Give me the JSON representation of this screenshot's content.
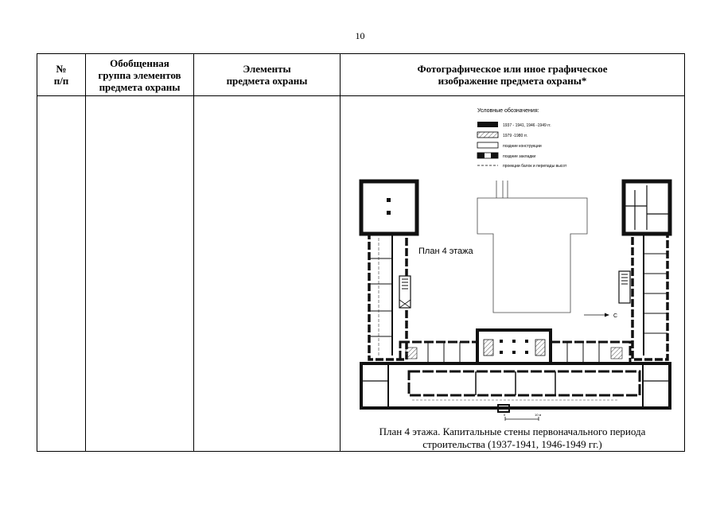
{
  "page": {
    "number": "10"
  },
  "table": {
    "headers": {
      "num": "№\nп/п",
      "group": "Обобщенная\nгруппа элементов\nпредмета охраны",
      "elements": "Элементы\nпредмета охраны",
      "image": "Фотографическое или иное графическое\nизображение предмета охраны*"
    }
  },
  "figure": {
    "legend": {
      "title": "Условные обозначения:",
      "items": [
        {
          "label": "1937 - 1941, 1946 -1949 гг.",
          "style": "solid"
        },
        {
          "label": "1979 -1980 гг.",
          "style": "hatched"
        },
        {
          "label": "поздние конструкции",
          "style": "empty"
        },
        {
          "label": "поздние закладки",
          "style": "mixed"
        },
        {
          "label": "проекции балок и перепады высот",
          "style": "dashed"
        }
      ]
    },
    "plan_title": "План 4 этажа",
    "north_label": "С",
    "scale": {
      "zero": "0",
      "ten": "10 м"
    },
    "caption": "План 4 этажа. Капитальные стены первоначального периода\nстроительства (1937-1941, 1946-1949 гг.)"
  },
  "colors": {
    "wall": "#111111",
    "line": "#000000",
    "hatch": "#555555"
  }
}
